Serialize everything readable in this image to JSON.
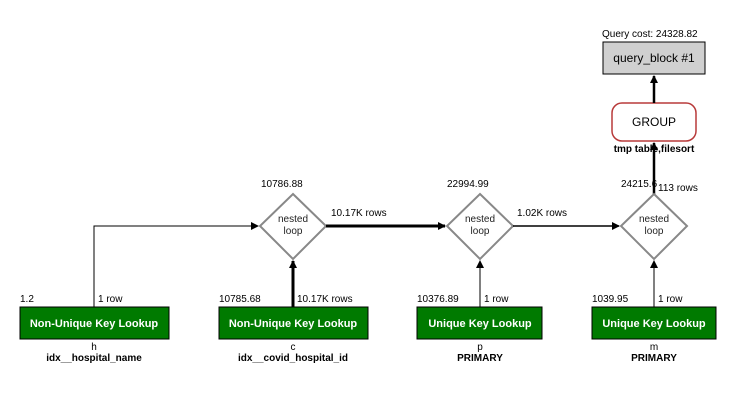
{
  "query_cost_label": "Query cost: 24328.82",
  "query_block": {
    "label": "query_block #1"
  },
  "group": {
    "label": "GROUP",
    "caption": "tmp table,filesort"
  },
  "nested_loops": [
    {
      "cost": "10786.88",
      "label_line1": "nested",
      "label_line2": "loop"
    },
    {
      "cost": "22994.99",
      "label_line1": "nested",
      "label_line2": "loop"
    },
    {
      "cost": "24215.6",
      "label_line1": "nested",
      "label_line2": "loop"
    }
  ],
  "loop_outputs": [
    {
      "rows": "10.17K rows"
    },
    {
      "rows": "1.02K rows"
    },
    {
      "rows": "113 rows"
    }
  ],
  "tables": [
    {
      "cost": "1.2",
      "rows": "1 row",
      "label": "Non-Unique Key Lookup",
      "alias": "h",
      "key": "idx__hospital_name"
    },
    {
      "cost": "10785.68",
      "rows": "10.17K rows",
      "label": "Non-Unique Key Lookup",
      "alias": "c",
      "key": "idx__covid_hospital_id"
    },
    {
      "cost": "10376.89",
      "rows": "1 row",
      "label": "Unique Key Lookup",
      "alias": "p",
      "key": "PRIMARY"
    },
    {
      "cost": "1039.95",
      "rows": "1 row",
      "label": "Unique Key Lookup",
      "alias": "m",
      "key": "PRIMARY"
    }
  ],
  "colors": {
    "lookup_fill": "#007a00",
    "group_border": "#b83a3a",
    "block_fill": "#d0d0d0",
    "diamond_stroke": "#888888"
  }
}
